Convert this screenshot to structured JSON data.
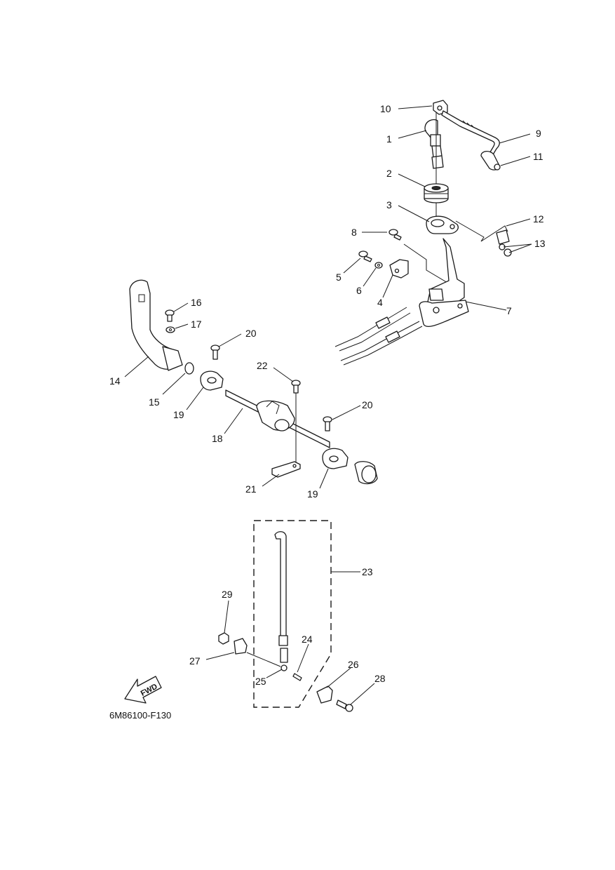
{
  "diagram": {
    "figure_code": "6M86100-F130",
    "fwd_label": "FWD",
    "callouts": [
      "10",
      "1",
      "9",
      "11",
      "2",
      "3",
      "12",
      "8",
      "13",
      "5",
      "6",
      "4",
      "7",
      "16",
      "17",
      "20",
      "22",
      "14",
      "15",
      "19",
      "18",
      "20",
      "21",
      "19",
      "23",
      "29",
      "24",
      "27",
      "26",
      "28",
      "25"
    ]
  }
}
